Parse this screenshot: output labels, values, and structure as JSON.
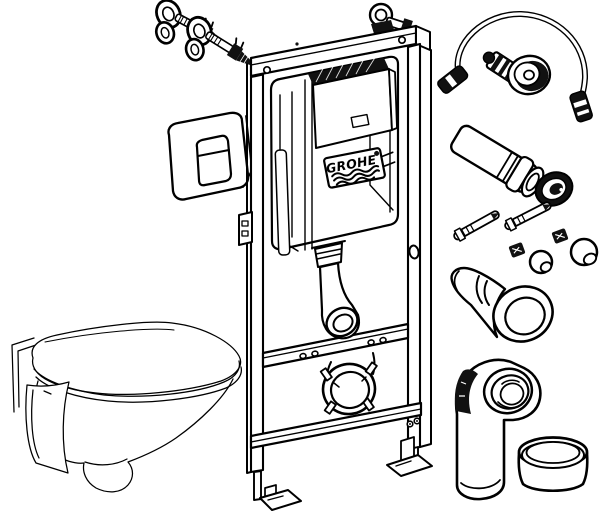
{
  "figure": {
    "kind": "technical line illustration",
    "background_color": "#ffffff",
    "line_color": "#000000",
    "brand": {
      "logo_text": "GROHE",
      "registered_mark": "registered-trademark-dot",
      "logo_waves": 3
    },
    "parts": [
      {
        "name": "wall-anchor-bolt",
        "count": 2
      },
      {
        "name": "dual-flush-actuation-plate",
        "count": 1
      },
      {
        "name": "installation-frame",
        "count": 1
      },
      {
        "name": "concealed-cistern",
        "count": 1
      },
      {
        "name": "inspection-window",
        "count": 1
      },
      {
        "name": "grohe-logo-label",
        "count": 1
      },
      {
        "name": "top-wall-bracket",
        "count": 1
      },
      {
        "name": "flush-bend-pipe",
        "count": 1
      },
      {
        "name": "mid-cross-rail",
        "count": 1
      },
      {
        "name": "waste-outlet-bracket",
        "count": 1
      },
      {
        "name": "lower-cross-rail",
        "count": 1
      },
      {
        "name": "adjustable-foot",
        "count": 2
      },
      {
        "name": "flexible-supply-hose",
        "count": 1
      },
      {
        "name": "angle-valve-with-rosette",
        "count": 1
      },
      {
        "name": "flush-pipe-extension",
        "count": 1
      },
      {
        "name": "seal-socket-ring",
        "count": 1
      },
      {
        "name": "threaded-stud",
        "count": 2
      },
      {
        "name": "hex-nut",
        "count": 2
      },
      {
        "name": "dome-cover-cap",
        "count": 2
      },
      {
        "name": "flush-pipe-connector-sleeve",
        "count": 1
      },
      {
        "name": "outlet-elbow",
        "count": 1
      },
      {
        "name": "protective-cap",
        "count": 1
      },
      {
        "name": "wall-hung-toilet-bowl",
        "count": 1
      }
    ]
  }
}
